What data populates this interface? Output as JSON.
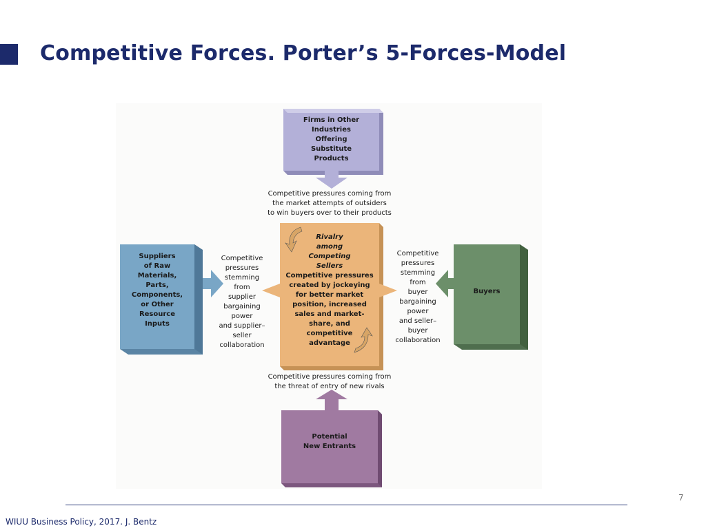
{
  "slide": {
    "title": "Competitive Forces. Porter’s 5-Forces-Model",
    "page_number": "7",
    "footer": "WIUU Business Policy, 2017. J. Bentz"
  },
  "diagram": {
    "colors": {
      "substitutes": "#b3b0d8",
      "suppliers": "#79a6c6",
      "buyers": "#6c8f6a",
      "entrants": "#a07aa1",
      "rivalry": "#ebb57a"
    },
    "boxes": {
      "substitutes": [
        "Firms in Other",
        "Industries",
        "Offering",
        "Substitute",
        "Products"
      ],
      "suppliers": [
        "Suppliers",
        "of Raw",
        "Materials,",
        "Parts,",
        "Components,",
        "or Other",
        "Resource",
        "Inputs"
      ],
      "buyers": [
        "Buyers"
      ],
      "entrants": [
        "Potential",
        "New Entrants"
      ]
    },
    "rivalry": {
      "heading": [
        "Rivalry",
        "among",
        "Competing",
        "Sellers"
      ],
      "body": [
        "Competitive pressures",
        "created by jockeying",
        "for better market",
        "position, increased",
        "sales and market-",
        "share, and",
        "competitive",
        "advantage"
      ]
    },
    "pressures": {
      "substitutes": [
        "Competitive pressures coming from",
        "the market attempts of outsiders",
        "to win buyers over to their products"
      ],
      "suppliers": [
        "Competitive",
        "pressures",
        "stemming",
        "from",
        "supplier",
        "bargaining",
        "power",
        "and supplier–",
        "seller",
        "collaboration"
      ],
      "buyers": [
        "Competitive",
        "pressures",
        "stemming",
        "from",
        "buyer",
        "bargaining",
        "power",
        "and seller–",
        "buyer",
        "collaboration"
      ],
      "entrants": [
        "Competitive pressures coming from",
        "the threat of entry of new rivals"
      ]
    }
  }
}
